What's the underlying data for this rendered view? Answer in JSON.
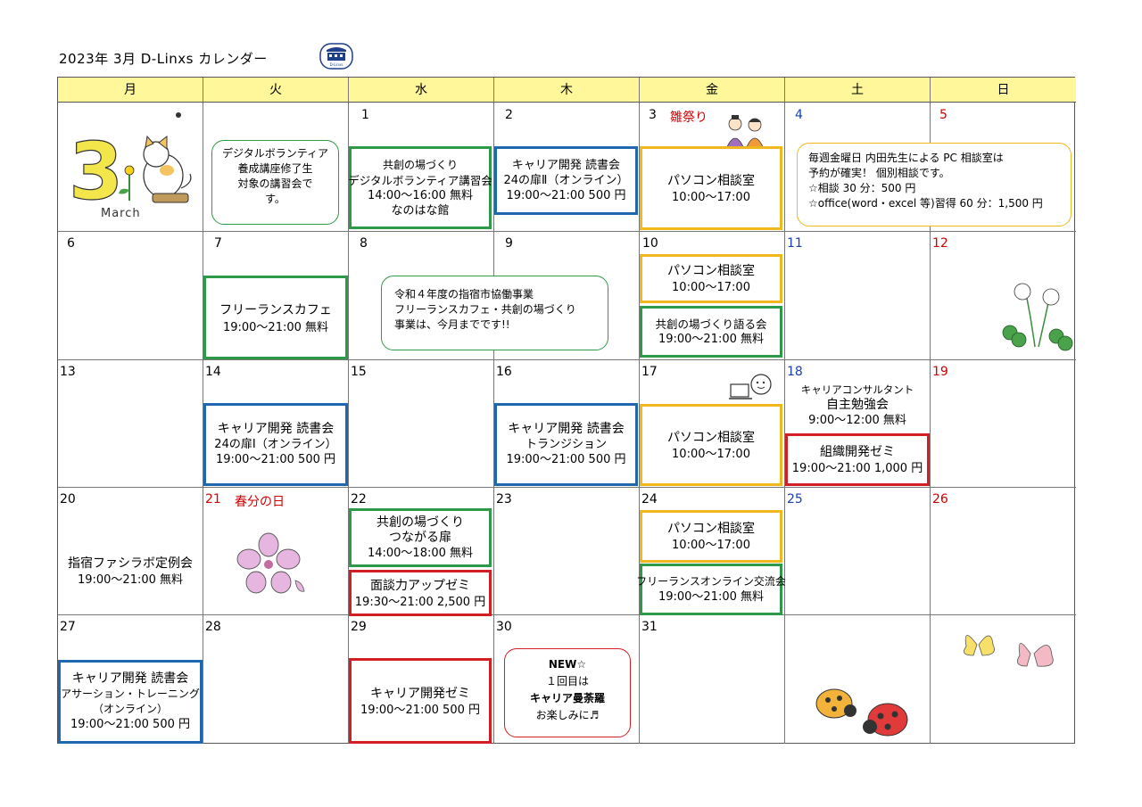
{
  "header": {
    "title": "2023年  3月  D-Linxs カレンダー",
    "logo_text": "D-Linxs"
  },
  "weekdays": [
    "月",
    "火",
    "水",
    "木",
    "金",
    "土",
    "日"
  ],
  "march_label": "March",
  "march_digit": "3",
  "days": {
    "d1": "1",
    "d2": "2",
    "d3": "3",
    "d3_holiday": "雛祭り",
    "d4": "4",
    "d5": "5",
    "d6": "6",
    "d7": "7",
    "d8": "8",
    "d9": "9",
    "d10": "10",
    "d11": "11",
    "d12": "12",
    "d13": "13",
    "d14": "14",
    "d15": "15",
    "d16": "16",
    "d17": "17",
    "d18": "18",
    "d19": "19",
    "d20": "20",
    "d21": "21",
    "d21_holiday": "春分の日",
    "d22": "22",
    "d23": "23",
    "d24": "24",
    "d25": "25",
    "d26": "26",
    "d27": "27",
    "d28": "28",
    "d29": "29",
    "d30": "30",
    "d31": "31"
  },
  "events": {
    "bubble_volunteer": [
      "デ゙ジタルボランティア",
      "養成講座修了生",
      "対象の講習会で",
      "す。"
    ],
    "wed1": [
      "共創の場づくり",
      "デジタルボランティア講習会",
      "14:00～16:00  無料",
      "なのはな館"
    ],
    "thu2": [
      "キャリア開発  読書会",
      "24の扉Ⅱ（オンライン）",
      "19:00～21:00  500 円"
    ],
    "fri3": [
      "パソコン相談室",
      "10:00～17:00"
    ],
    "bubble_pc": [
      "毎週金曜日  内田先生による PC 相談室は",
      "予約が確実！ 個別相談です。",
      "☆相談 30 分：500 円",
      "☆office(word・excel 等)習得 60 分：1,500 円"
    ],
    "tue7": [
      "フリーランスカフェ",
      "19:00～21:00  無料"
    ],
    "bubble_notice": [
      "令和４年度の指宿市協働事業",
      "フリーランスカフェ・共創の場づくり",
      "事業は、今月までです!!"
    ],
    "fri10a": [
      "パソコン相談室",
      "10:00～17:00"
    ],
    "fri10b": [
      "共創の場づくり語る会",
      "19:00～21:00  無料"
    ],
    "tue14": [
      "キャリア開発  読書会",
      "24の扉Ⅰ（オンライン）",
      "19:00～21:00  500 円"
    ],
    "thu16": [
      "キャリア開発  読書会",
      "トランジション",
      "19:00～21:00  500 円"
    ],
    "fri17": [
      "パソコン相談室",
      "10:00～17:00"
    ],
    "sat18a": [
      "キャリアコンサルタント",
      "自主勉強会",
      "9:00～12:00  無料"
    ],
    "sat18b": [
      "組織開発ゼミ",
      "19:00～21:00 1,000 円"
    ],
    "mon20": [
      "指宿ファシラボ定例会",
      "19:00～21:00  無料"
    ],
    "wed22a": [
      "共創の場づくり",
      "つながる扉",
      "14:00～18:00  無料"
    ],
    "wed22b": [
      "面談力アップゼミ",
      "19:30～21:00 2,500 円"
    ],
    "fri24a": [
      "パソコン相談室",
      "10:00～17:00"
    ],
    "fri24b": [
      "フリーランスオンライン交流会",
      "19:00～21:00  無料"
    ],
    "mon27": [
      "キャリア開発  読書会",
      "アサーション・トレーニング",
      "（オンライン）",
      "19:00～21:00  500 円"
    ],
    "wed29": [
      "キャリア開発ゼミ",
      "19:00～21:00 500 円"
    ],
    "bubble_new": [
      "NEW☆",
      "１回目は",
      "キャリア曼荼羅",
      "お楽しみに♬"
    ]
  },
  "colors": {
    "header_bg": "#fff79a",
    "green": "#2c9a48",
    "blue": "#1f68b0",
    "yellow": "#f0b81c",
    "red": "#d21f26",
    "holiday": "#d00000",
    "saturday": "#1a3fae"
  },
  "icons": [
    "logo-icon",
    "cat-icon",
    "dolls-icon",
    "computer-icon",
    "clover-icon",
    "sakura-icon",
    "butterfly-icon",
    "ladybug-icon"
  ]
}
